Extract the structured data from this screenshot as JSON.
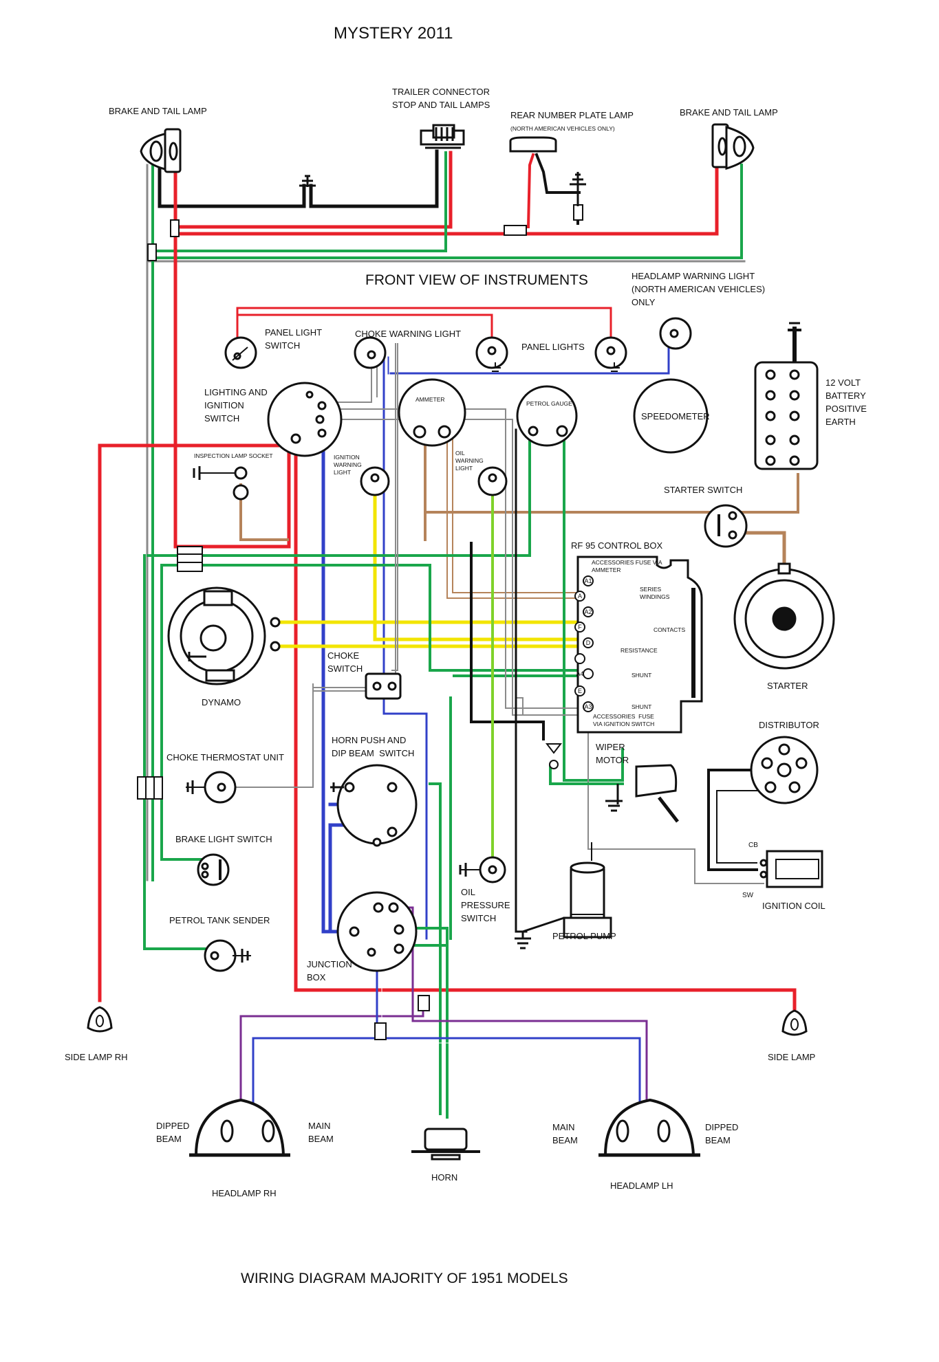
{
  "diagram": {
    "title": "MYSTERY 2011",
    "subtitle": "FRONT VIEW OF INSTRUMENTS",
    "caption": "WIRING DIAGRAM MAJORITY OF 1951 MODELS"
  },
  "labels": {
    "brake_tail_left": "BRAKE AND TAIL LAMP",
    "brake_tail_right": "BRAKE AND TAIL LAMP",
    "trailer_connector": "TRAILER CONNECTOR\nSTOP AND TAIL LAMPS",
    "rear_number_plate": "REAR NUMBER PLATE LAMP",
    "rear_number_plate_note": "(NORTH AMERICAN VEHICLES ONLY)",
    "headlamp_warning": "HEADLAMP WARNING LIGHT\n(NORTH AMERICAN VEHICLES)\nONLY",
    "panel_light_switch": "PANEL LIGHT\nSWITCH",
    "choke_warning_light": "CHOKE WARNING LIGHT",
    "panel_lights": "PANEL LIGHTS",
    "lighting_ignition_switch": "LIGHTING AND\nIGNITION\nSWITCH",
    "ammeter": "AMMETER",
    "petrol_gauge": "PETROL GAUGE",
    "speedometer": "SPEEDOMETER",
    "battery": "12 VOLT\nBATTERY\nPOSITIVE\nEARTH",
    "inspection_lamp_socket": "INSPECTION LAMP SOCKET",
    "ignition_warning_light": "IGNITION\nWARNING\nLIGHT",
    "oil_warning_light": "OIL\nWARNING\nLIGHT",
    "starter_switch": "STARTER SWITCH",
    "control_box": "RF 95 CONTROL BOX",
    "accessories_fuse_ammeter": "ACCESSORIES FUSE VIA\nAMMETER",
    "series_windings": "SERIES\nWINDINGS",
    "contacts": "CONTACTS",
    "resistance": "RESISTANCE",
    "shunt": "SHUNT",
    "shunt_2": "SHUNT",
    "accessories_fuse_ignition": "ACCESSORIES  FUSE\nVIA IGNITION SWITCH",
    "starter": "STARTER",
    "dynamo": "DYNAMO",
    "choke_switch": "CHOKE\nSWITCH",
    "distributor": "DISTRIBUTOR",
    "horn_push": "HORN PUSH AND\nDIP BEAM  SWITCH",
    "wiper_motor": "WIPER\nMOTOR",
    "choke_thermostat": "CHOKE THERMOSTAT UNIT",
    "brake_light_switch": "BRAKE LIGHT SWITCH",
    "petrol_tank_sender": "PETROL TANK SENDER",
    "junction_box": "JUNCTION\nBOX",
    "oil_pressure_switch": "OIL\nPRESSURE\nSWITCH",
    "petrol_pump": "PETROL PUMP",
    "cb": "CB",
    "sw": "SW",
    "ignition_coil": "IGNITION COIL",
    "side_lamp_rh": "SIDE LAMP RH",
    "side_lamp": "SIDE LAMP",
    "dipped_beam_left": "DIPPED\nBEAM",
    "main_beam_left": "MAIN\nBEAM",
    "main_beam_right": "MAIN\nBEAM",
    "dipped_beam_right": "DIPPED\nBEAM",
    "horn": "HORN",
    "headlamp_rh": "HEADLAMP RH",
    "headlamp_lh": "HEADLAMP LH"
  },
  "terminals": [
    "A1",
    "A",
    "A2",
    "F",
    "D",
    "A4",
    "E",
    "A3"
  ],
  "wire_colors": {
    "red": "#e8202a",
    "green": "#1aa64b",
    "black": "#111111",
    "yellow": "#f2e500",
    "blue": "#3140c8",
    "brown": "#b5835a",
    "purple": "#7a2e92",
    "grey": "#8a8a8a",
    "light_green": "#7fd22a"
  }
}
